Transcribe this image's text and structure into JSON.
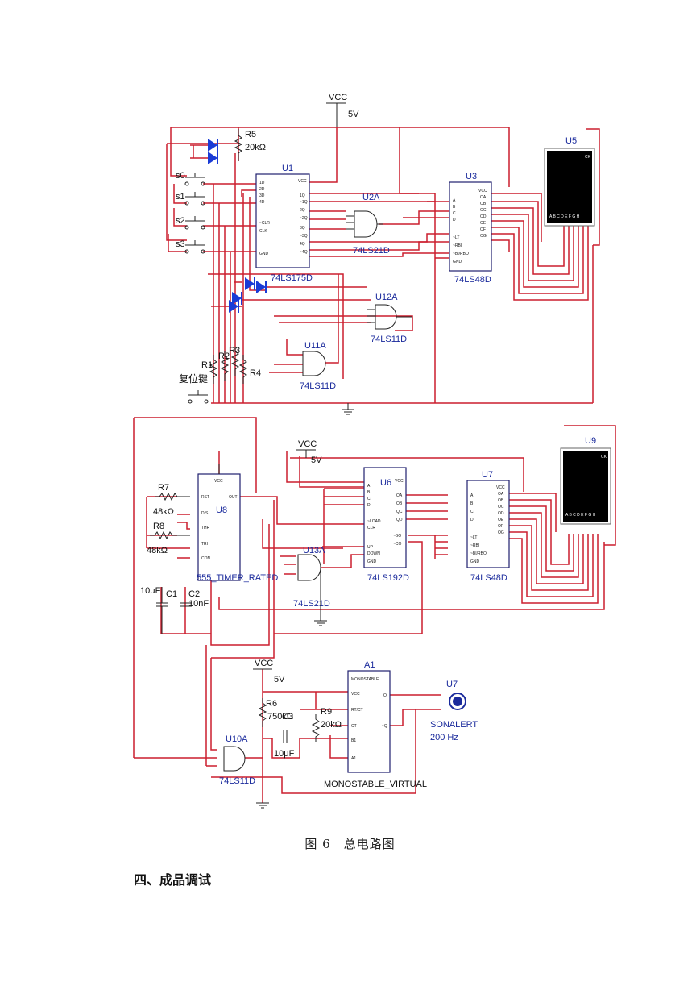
{
  "labels": {
    "vcc_top": "VCC",
    "v5_top": "5V",
    "vcc_mid": "VCC",
    "v5_mid": "5V",
    "vcc_bot": "VCC",
    "v5_bot": "5V",
    "r5": "R5",
    "r5_val": "20kΩ",
    "u1": "U1",
    "u1_part": "74LS175D",
    "u2a": "U2A",
    "u2a_part": "74LS21D",
    "u3": "U3",
    "u3_part": "74LS48D",
    "u5": "U5",
    "u12a": "U12A",
    "u12a_part": "74LS11D",
    "u11a": "U11A",
    "u11a_part": "74LS11D",
    "s0": "s0",
    "s1": "s1",
    "s2": "s2",
    "s3": "s3",
    "r1": "R1",
    "r2": "R2",
    "r3": "R3",
    "r4": "R4",
    "reset": "复位键",
    "u8": "U8",
    "u8_part": "555_TIMER_RATED",
    "r7": "R7",
    "r7_val": "48kΩ",
    "r8": "R8",
    "r8_val": "48kΩ",
    "c1": "C1",
    "c1_val": "10μF",
    "c2": "C2",
    "c2_val": "10nF",
    "u6": "U6",
    "u6_part": "74LS192D",
    "u7": "U7",
    "u7_part": "74LS48D",
    "u9": "U9",
    "u13a": "U13A",
    "u13a_part": "74LS21D",
    "a1": "A1",
    "a1_part": "MONOSTABLE_VIRTUAL",
    "u7_buzzer": "U7",
    "sonalert": "SONALERT",
    "sonalert_freq": "200 Hz",
    "r6": "R6",
    "r6_val": "750kΩ",
    "r9": "R9",
    "r9_val": "20kΩ",
    "c3": "C3",
    "c3_val": "10μF",
    "u10a": "U10A",
    "u10a_part": "74LS11D"
  },
  "caption": "图 6　总电路图",
  "section_heading": "四、成品调试"
}
